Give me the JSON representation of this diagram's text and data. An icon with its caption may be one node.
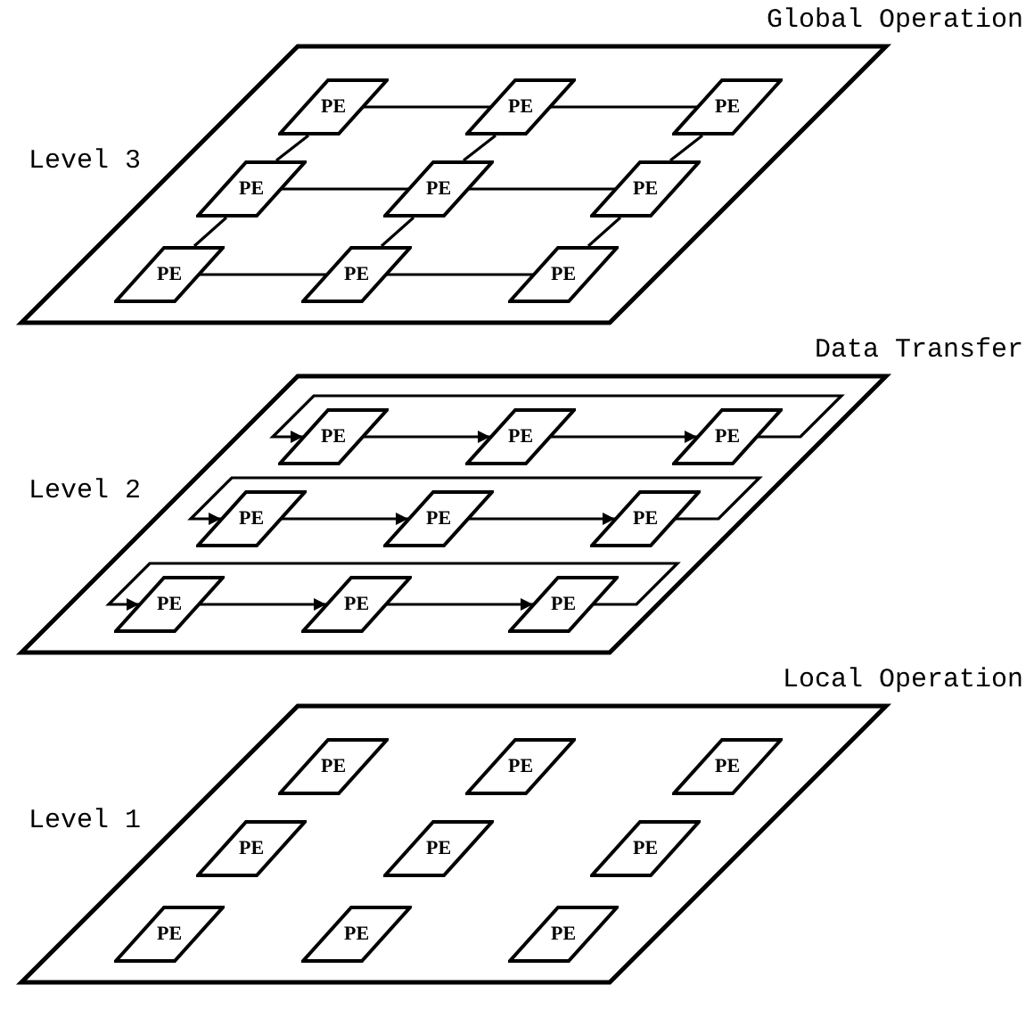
{
  "diagram": {
    "nodes": [
      {
        "text": [
          "Level 3"
        ],
        "beside": [
          "Global Operation"
        ]
      },
      {
        "text": [
          "PE"
        ],
        "in": 0
      },
      {
        "text": [
          "PE"
        ],
        "in": 0
      },
      {
        "text": [
          "PE"
        ],
        "in": 0
      },
      {
        "text": [
          "PE"
        ],
        "in": 0
      },
      {
        "text": [
          "PE"
        ],
        "in": 0
      },
      {
        "text": [
          "PE"
        ],
        "in": 0
      },
      {
        "text": [
          "PE"
        ],
        "in": 0
      },
      {
        "text": [
          "PE"
        ],
        "in": 0
      },
      {
        "text": [
          "PE"
        ],
        "in": 0
      },
      {
        "text": [
          "Level 2"
        ],
        "beside": [
          "Data Transfer"
        ]
      },
      {
        "text": [
          "PE"
        ],
        "in": 10
      },
      {
        "text": [
          "PE"
        ],
        "in": 10
      },
      {
        "text": [
          "PE"
        ],
        "in": 10
      },
      {
        "text": [
          "PE"
        ],
        "in": 10
      },
      {
        "text": [
          "PE"
        ],
        "in": 10
      },
      {
        "text": [
          "PE"
        ],
        "in": 10
      },
      {
        "text": [
          "PE"
        ],
        "in": 10
      },
      {
        "text": [
          "PE"
        ],
        "in": 10
      },
      {
        "text": [
          "PE"
        ],
        "in": 10
      },
      {
        "text": [
          "Level 1"
        ],
        "beside": [
          "Local Operation"
        ]
      },
      {
        "text": [
          "PE"
        ],
        "in": 20
      },
      {
        "text": [
          "PE"
        ],
        "in": 20
      },
      {
        "text": [
          "PE"
        ],
        "in": 20
      },
      {
        "text": [
          "PE"
        ],
        "in": 20
      },
      {
        "text": [
          "PE"
        ],
        "in": 20
      },
      {
        "text": [
          "PE"
        ],
        "in": 20
      },
      {
        "text": [
          "PE"
        ],
        "in": 20
      },
      {
        "text": [
          "PE"
        ],
        "in": 20
      },
      {
        "text": [
          "PE"
        ],
        "in": 20
      }
    ],
    "edges": [
      {
        "from": 1,
        "to": 2,
        "arrow": "none"
      },
      {
        "from": 2,
        "to": 3,
        "arrow": "none"
      },
      {
        "from": 1,
        "to": 4,
        "arrow": "none"
      },
      {
        "from": 2,
        "to": 5,
        "arrow": "none"
      },
      {
        "from": 3,
        "to": 6,
        "arrow": "none"
      },
      {
        "from": 4,
        "to": 5,
        "arrow": "none"
      },
      {
        "from": 5,
        "to": 6,
        "arrow": "none"
      },
      {
        "from": 4,
        "to": 7,
        "arrow": "none"
      },
      {
        "from": 5,
        "to": 8,
        "arrow": "none"
      },
      {
        "from": 6,
        "to": 9,
        "arrow": "none"
      },
      {
        "from": 7,
        "to": 8,
        "arrow": "none"
      },
      {
        "from": 8,
        "to": 9,
        "arrow": "none"
      },
      {
        "from": 11,
        "to": 12,
        "arrow": "to"
      },
      {
        "from": 12,
        "to": 13,
        "arrow": "to"
      },
      {
        "from": 13,
        "to": 11,
        "arrow": "to"
      },
      {
        "from": 14,
        "to": 15,
        "arrow": "to"
      },
      {
        "from": 15,
        "to": 16,
        "arrow": "to"
      },
      {
        "from": 16,
        "to": 14,
        "arrow": "to"
      },
      {
        "from": 17,
        "to": 18,
        "arrow": "to"
      },
      {
        "from": 18,
        "to": 19,
        "arrow": "to"
      },
      {
        "from": 19,
        "to": 17,
        "arrow": "to"
      }
    ]
  }
}
